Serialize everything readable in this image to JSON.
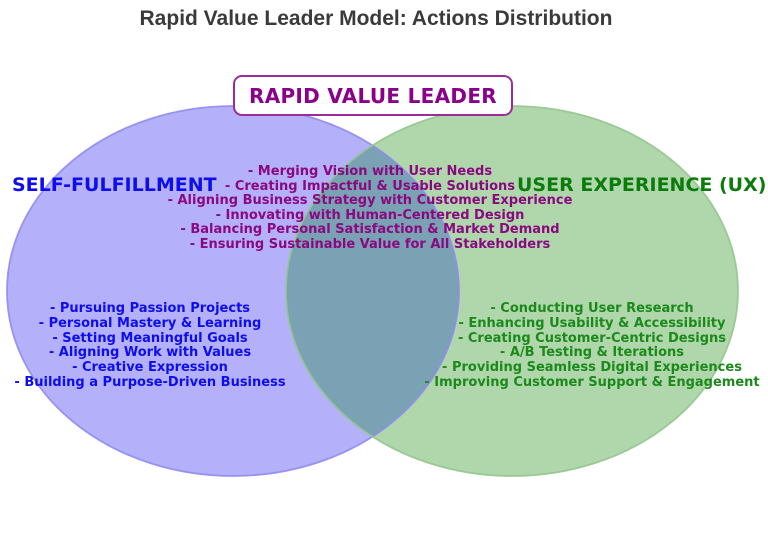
{
  "title": "Rapid Value Leader Model: Actions Distribution",
  "center_box": {
    "label": "RAPID VALUE LEADER"
  },
  "left_circle": {
    "heading": "SELF-FULFILLMENT",
    "items": [
      "- Pursuing Passion Projects",
      "- Personal Mastery & Learning",
      "- Setting Meaningful Goals",
      "- Aligning Work with Values",
      "- Creative Expression",
      "- Building a Purpose-Driven Business"
    ]
  },
  "right_circle": {
    "heading": "USER EXPERIENCE (UX)",
    "items": [
      "- Conducting User Research",
      "- Enhancing Usability & Accessibility",
      "- Creating Customer-Centric Designs",
      "- A/B Testing & Iterations",
      "- Providing Seamless Digital Experiences",
      "- Improving Customer Support & Engagement"
    ]
  },
  "overlap": {
    "items": [
      "- Merging Vision with User Needs",
      "- Creating Impactful & Usable Solutions",
      "- Aligning Business Strategy with Customer Experience",
      "- Innovating with Human-Centered Design",
      "- Balancing Personal Satisfaction & Market Demand",
      "- Ensuring Sustainable Value for All Stakeholders"
    ]
  },
  "colors": {
    "title_text": "#3a3a3a",
    "left_circle_fill": "#b4b0fa",
    "left_circle_stroke": "#8f8cf0",
    "right_circle_fill": "#afd7ab",
    "right_circle_stroke": "#94c78d",
    "overlap_fill": "#7aa1b4",
    "left_text": "#0d0dee",
    "right_heading_text": "#0b7b0b",
    "right_list_text": "#1b8a1b",
    "overlap_text": "#8b0980",
    "box_text": "#8b008b",
    "box_border": "#9a2d9a"
  }
}
